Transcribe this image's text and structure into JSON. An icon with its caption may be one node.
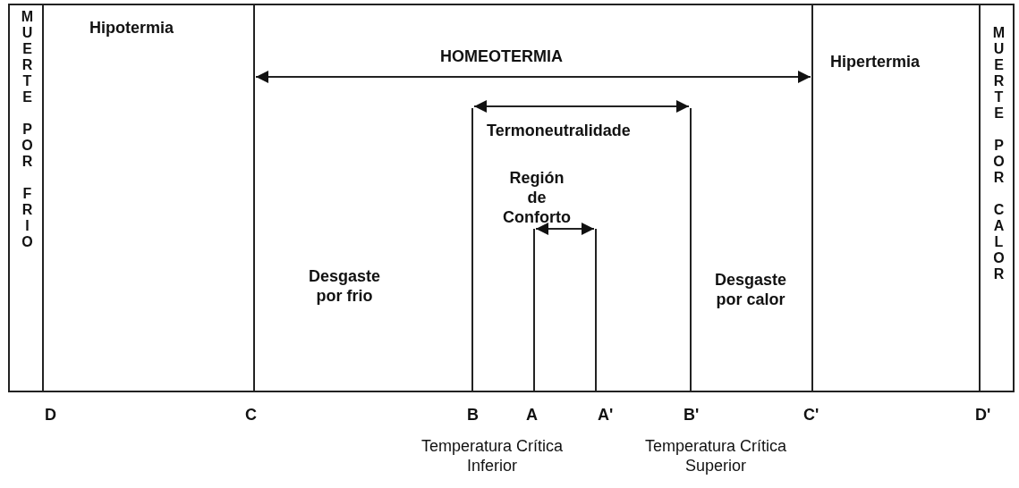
{
  "diagram": {
    "labels": [
      "MUERTE POR FRIO",
      "Hipotermia",
      "HOMEOTERMIA",
      "Hipertermia",
      "MUERTE POR CALOR",
      "Termoneutralidade",
      "Región de Conforto",
      "Desgaste por frio",
      "Desgaste por calor",
      "D",
      "C",
      "B",
      "A",
      "A'",
      "B'",
      "C'",
      "D'",
      "Temperatura Crítica Inferior",
      "Temperatura Crítica Superior"
    ]
  }
}
